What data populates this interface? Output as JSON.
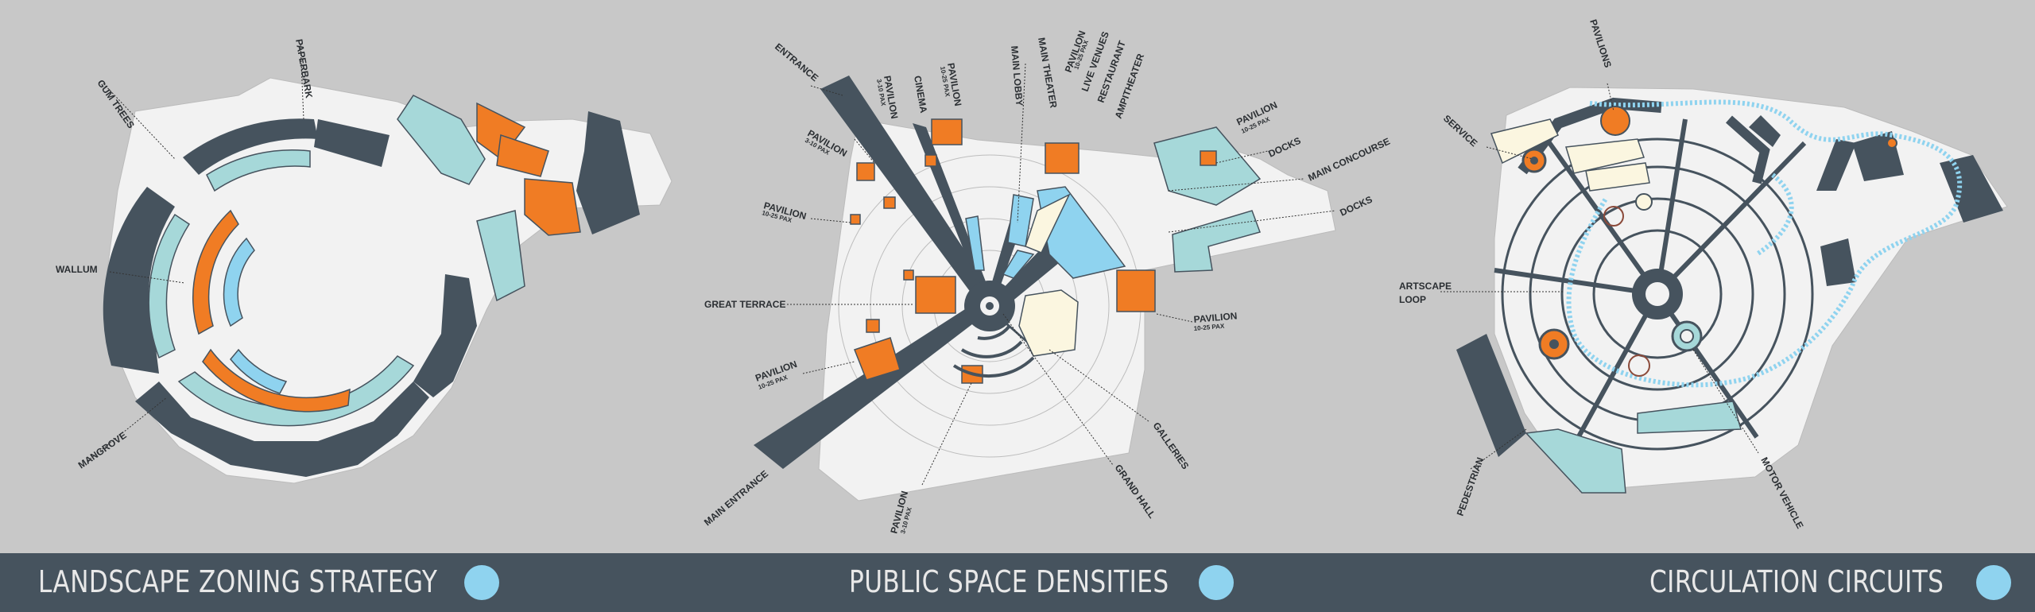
{
  "panels": [
    {
      "title": "LANDSCAPE ZONING STRATEGY",
      "labels": {
        "paperbark": "PAPERBARK",
        "gum_trees": "GUM TREES",
        "wallum": "WALLUM",
        "mangrove": "MANGROVE"
      }
    },
    {
      "title": "PUBLIC SPACE DENSITIES",
      "labels": {
        "entrance": "ENTRANCE",
        "pavilion_a": "PAVILION",
        "pavilion_a_sub": "3-10 PAX",
        "cinema": "CINEMA",
        "pavilion_b": "PAVILION",
        "pavilion_b_sub": "10-25 PAX",
        "main_lobby": "MAIN LOBBY",
        "main_theater": "MAIN THEATER",
        "pavilion_c": "PAVILION",
        "pavilion_c_sub": "10-25 PAX",
        "live_venues": "LIVE VENUES",
        "restaurant": "RESTAURANT",
        "amphitheater": "AMPITHEATER",
        "pavilion_d": "PAVILION",
        "pavilion_d_sub": "10-25 PAX",
        "docks_1": "DOCKS",
        "main_concourse": "MAIN CONCOURSE",
        "docks_2": "DOCKS",
        "pavilion_e": "PAVILION",
        "pavilion_e_sub": "3-10 PAX",
        "pavilion_f": "PAVILION",
        "pavilion_f_sub": "10-25 PAX",
        "great_terrace": "GREAT TERRACE",
        "pavilion_g": "PAVILION",
        "pavilion_g_sub": "10-25 PAX",
        "pavilion_h": "PAVILION",
        "pavilion_h_sub": "10-25 PAX",
        "main_entrance": "MAIN ENTRANCE",
        "pavilion_i": "PAVILION",
        "pavilion_i_sub": "3-10 PAX",
        "grand_hall": "GRAND HALL",
        "galleries": "GALLERIES"
      }
    },
    {
      "title": "CIRCULATION CIRCUITS",
      "labels": {
        "pavilions": "PAVILIONS",
        "service": "SERVICE",
        "artscape_loop_1": "ARTSCAPE",
        "artscape_loop_2": "LOOP",
        "pedestrian": "PEDESTRIAN",
        "motor_vehicle": "MOTOR VEHICLE"
      }
    }
  ],
  "colors": {
    "dark": "#46535e",
    "teal": "#a6d8d9",
    "orange": "#f07c24",
    "blue": "#8fd3ef",
    "cream": "#fbf6e0",
    "background": "#c8c8c8",
    "title_dot": "#8fd3ef"
  }
}
